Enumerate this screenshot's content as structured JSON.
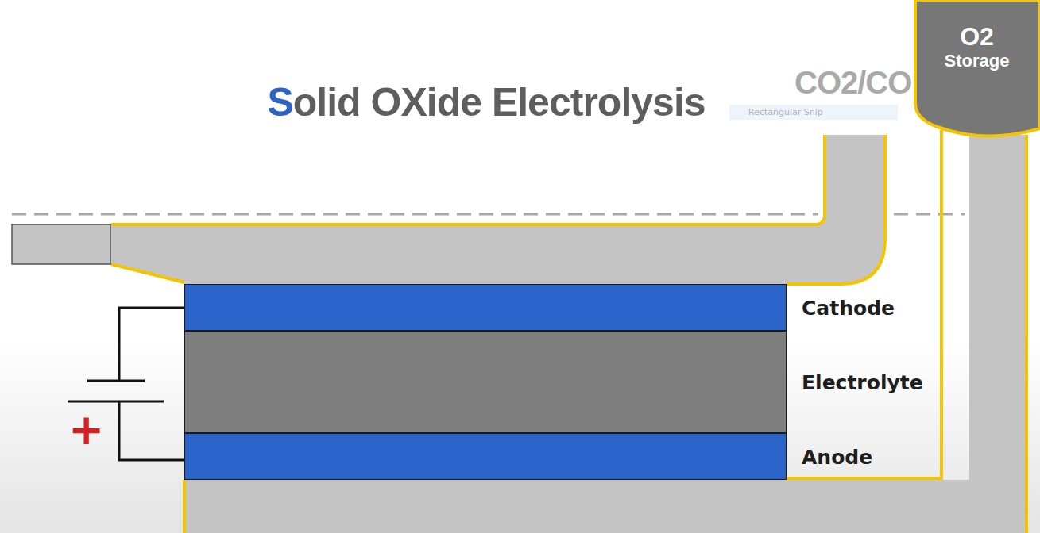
{
  "diagram": {
    "title": "Solid OXide Electrolysis",
    "nodes": [
      {
        "text": [
          "O2",
          "Storage"
        ]
      },
      {
        "text": [
          "Cathode"
        ]
      },
      {
        "text": [
          "Electrolyte"
        ]
      },
      {
        "text": [
          "Anode"
        ]
      }
    ],
    "edges": [
      {
        "from": 3,
        "to": 0,
        "arrow": "none"
      }
    ],
    "labels": [
      "CO2/CO",
      "Rectangular Snip",
      "+"
    ]
  }
}
